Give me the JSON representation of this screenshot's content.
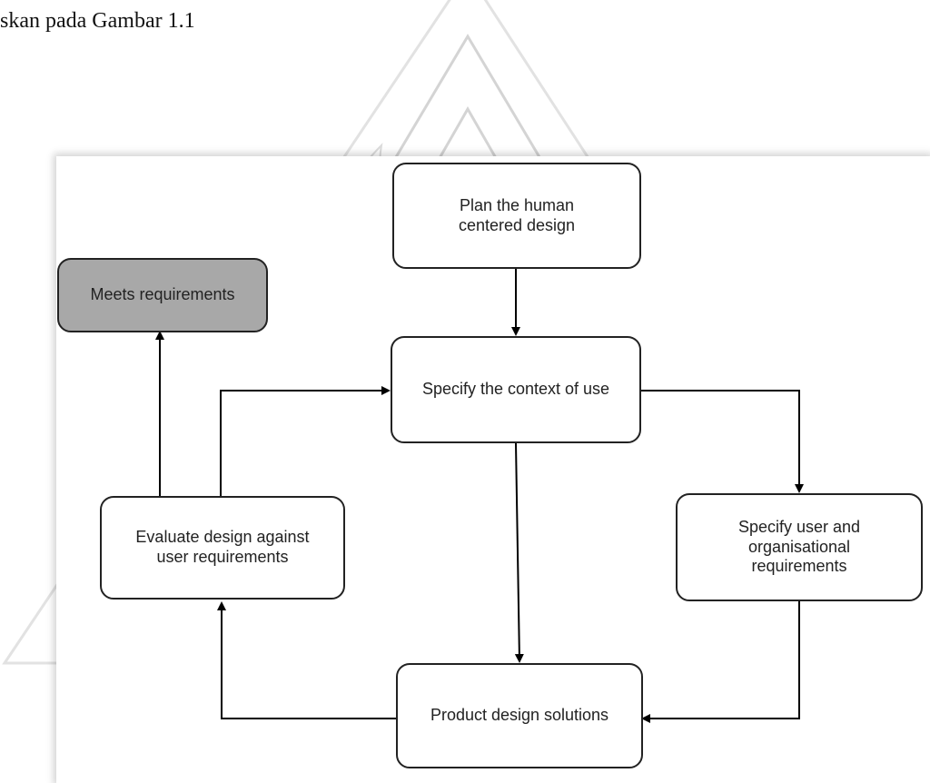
{
  "caption": {
    "text": "skan pada Gambar 1.1"
  },
  "diagram": {
    "nodes": {
      "plan": "Plan the human\ncentered design",
      "meets": "Meets requirements",
      "context": "Specify the context of use",
      "evaluate": "Evaluate design against\nuser requirements",
      "requirements": "Specify user and\norganisational\nrequirements",
      "solutions": "Product design solutions"
    },
    "edges": [
      {
        "from": "plan",
        "to": "context"
      },
      {
        "from": "evaluate",
        "to": "meets"
      },
      {
        "from": "evaluate",
        "to": "context"
      },
      {
        "from": "context",
        "to": "requirements"
      },
      {
        "from": "context",
        "to": "solutions"
      },
      {
        "from": "requirements",
        "to": "solutions"
      },
      {
        "from": "solutions",
        "to": "evaluate"
      }
    ],
    "colors": {
      "node_border": "#222222",
      "node_fill": "#ffffff",
      "final_node_fill": "#a8a8a8",
      "arrow": "#000000",
      "watermark_line": "#cfcfcf",
      "watermark_leaf_yellow": "#f3e8a0",
      "watermark_leaf_green": "#d9ecc8"
    }
  },
  "watermark": {
    "icon": "university-logo-watermark"
  }
}
